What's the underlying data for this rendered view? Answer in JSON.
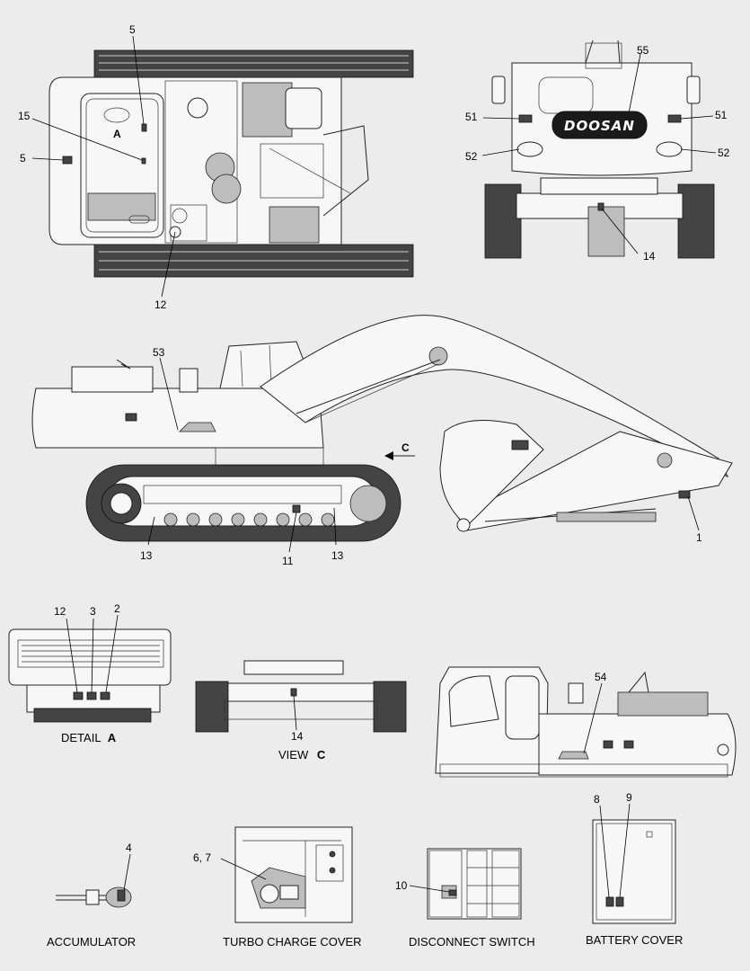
{
  "labels": {
    "top_5a": "5",
    "top_15": "15",
    "top_a": "A",
    "top_5b": "5",
    "top_12": "12",
    "rear_55": "55",
    "rear_51_left": "51",
    "rear_51_right": "51",
    "rear_52_left": "52",
    "rear_52_right": "52",
    "rear_14": "14",
    "brand": "DOOSAN",
    "side_53": "53",
    "side_c": "C",
    "side_1": "1",
    "side_13_left": "13",
    "side_11": "11",
    "side_13_right": "13",
    "detail_12": "12",
    "detail_3": "3",
    "detail_2": "2",
    "view_14": "14",
    "right_54": "54",
    "acc_4": "4",
    "turbo_67": "6, 7",
    "disc_10": "10",
    "batt_8": "8",
    "batt_9": "9"
  },
  "captions": {
    "detail_a_text": "DETAIL",
    "detail_a_letter": "A",
    "view_c_text": "VIEW",
    "view_c_letter": "C",
    "accumulator": "ACCUMULATOR",
    "turbo_charge_cover": "TURBO CHARGE COVER",
    "disconnect_switch": "DISCONNECT SWITCH",
    "battery_cover": "BATTERY COVER"
  }
}
